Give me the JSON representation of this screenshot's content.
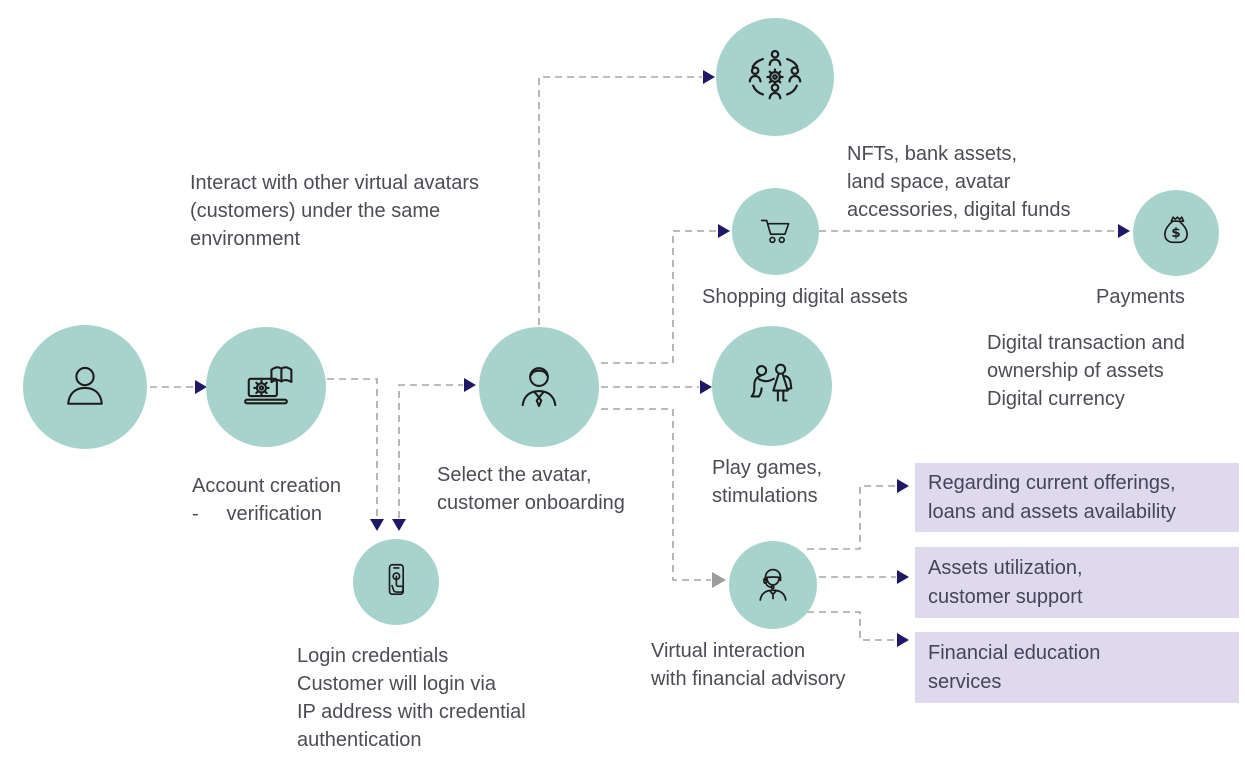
{
  "colors": {
    "node_fill": "#a8d3cc",
    "box_fill": "#ded9ed",
    "text": "#4c4c55",
    "arrow_navy": "#1e1866",
    "arrow_gray": "#9c9c9c",
    "dash_line": "#a5a5a5",
    "icon_stroke": "#1c1c1c"
  },
  "nodes": {
    "customer": {
      "icon": "person-icon",
      "label": ""
    },
    "account": {
      "icon": "laptop-learning-icon",
      "label": "Account creation\n-     verification"
    },
    "onboarding": {
      "icon": "avatar-icon",
      "label": "Select the avatar,\ncustomer onboarding"
    },
    "community": {
      "icon": "avatar-network-icon",
      "label": "Interact with other virtual avatars\n(customers) under the same\nenvironment"
    },
    "shopping": {
      "icon": "shopping-cart-icon",
      "label": "Shopping digital assets",
      "note": "NFTs, bank assets,\nland space, avatar\naccessories, digital funds"
    },
    "payments": {
      "icon": "money-bag-icon",
      "label": "Payments",
      "note": "Digital transaction and\nownership of assets\nDigital currency"
    },
    "games": {
      "icon": "dancing-people-icon",
      "label": "Play games,\nstimulations"
    },
    "login": {
      "icon": "phone-touch-icon",
      "label": "Login credentials\nCustomer will login via\nIP address with credential\nauthentication"
    },
    "advisory": {
      "icon": "support-agent-icon",
      "label": "Virtual interaction\nwith financial advisory"
    }
  },
  "boxes": [
    {
      "label": "Regarding current offerings,\nloans and assets availability"
    },
    {
      "label": "Assets utilization,\ncustomer support"
    },
    {
      "label": "Financial education\nservices"
    }
  ],
  "bag_symbol": "$"
}
